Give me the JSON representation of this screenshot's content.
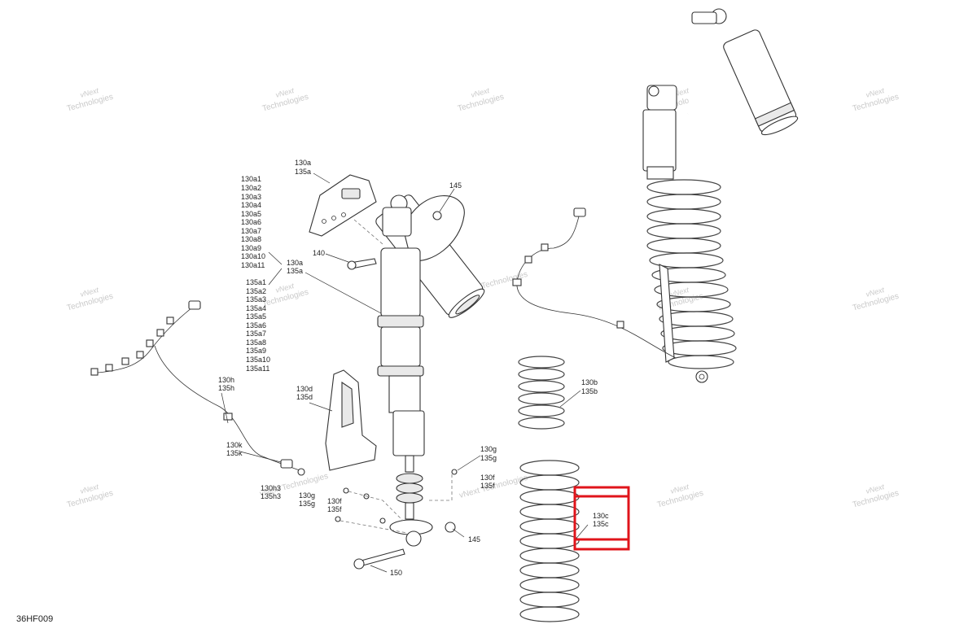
{
  "diagram_id": "36HF009",
  "watermark": {
    "line1": "vNext",
    "line2": "Technologies",
    "full": "vNext Technologies"
  },
  "labels": {
    "l130a_top": "130a",
    "l135a_top": "135a",
    "l145_top": "145",
    "list130": [
      "130a1",
      "130a2",
      "130a3",
      "130a4",
      "130a5",
      "130a6",
      "130a7",
      "130a8",
      "130a9",
      "130a10",
      "130a11"
    ],
    "list135": [
      "135a1",
      "135a2",
      "135a3",
      "135a4",
      "135a5",
      "135a6",
      "135a7",
      "135a8",
      "135a9",
      "135a10",
      "135a11"
    ],
    "l140": "140",
    "l130a_mid": "130a",
    "l135a_mid": "135a",
    "l130h": "130h",
    "l135h": "135h",
    "l130d": "130d",
    "l135d": "135d",
    "l130k": "130k",
    "l135k": "135k",
    "l130h3": "130h3",
    "l135h3": "135h3",
    "l130g_l": "130g",
    "l135g_l": "135g",
    "l130f_l": "130f",
    "l135f_l": "135f",
    "l130g_r": "130g",
    "l135g_r": "135g",
    "l130f_r": "130f",
    "l135f_r": "135f",
    "l145_bot": "145",
    "l150": "150",
    "l130b": "130b",
    "l135b": "135b",
    "l130c": "130c",
    "l135c": "135c"
  },
  "selection_color": "#e0141b"
}
